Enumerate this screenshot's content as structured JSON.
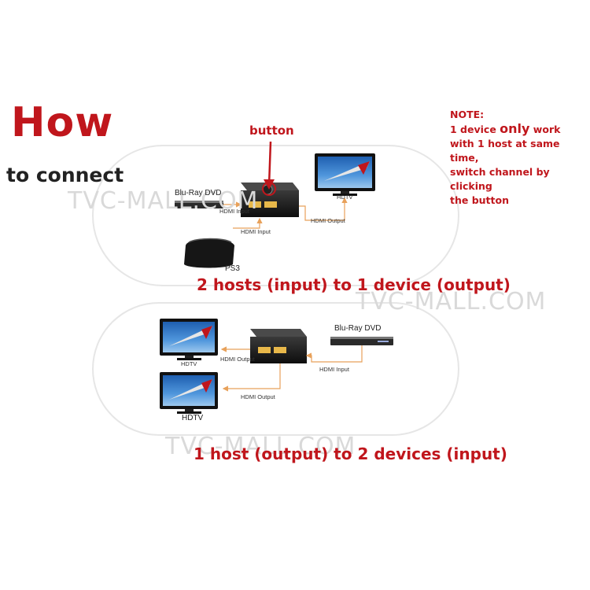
{
  "heading": {
    "how": "How",
    "sub": "to connect"
  },
  "note": {
    "title": "NOTE:",
    "line1_a": "1 device ",
    "line1_only": "only",
    "line1_b": " work",
    "line2": "with 1 host at same time,",
    "line3": "switch channel by clicking",
    "line4": "the button"
  },
  "watermark": "TVC-MALL.COM",
  "top_diagram": {
    "button_label": "button",
    "bluray": "Blu-Ray DVD",
    "hdmi_input_1": "HDMI Input",
    "hdmi_input_2": "HDMI Input",
    "hdmi_output": "HDMI Output",
    "hdtv": "HDTV",
    "ps3": "PS3",
    "caption": "2 hosts (input) to 1 device (output)"
  },
  "bottom_diagram": {
    "bluray": "Blu-Ray DVD",
    "hdmi_input": "HDMI Input",
    "hdmi_output_1": "HDMI Output",
    "hdmi_output_2": "HDMI Output",
    "hdtv_1": "HDTV",
    "hdtv_2": "HDTV",
    "caption": "1 host (output) to 2 devices (input)"
  },
  "colors": {
    "accent": "#c0161c",
    "arrow": "#e8a15a",
    "device": "#1a1a1a"
  }
}
